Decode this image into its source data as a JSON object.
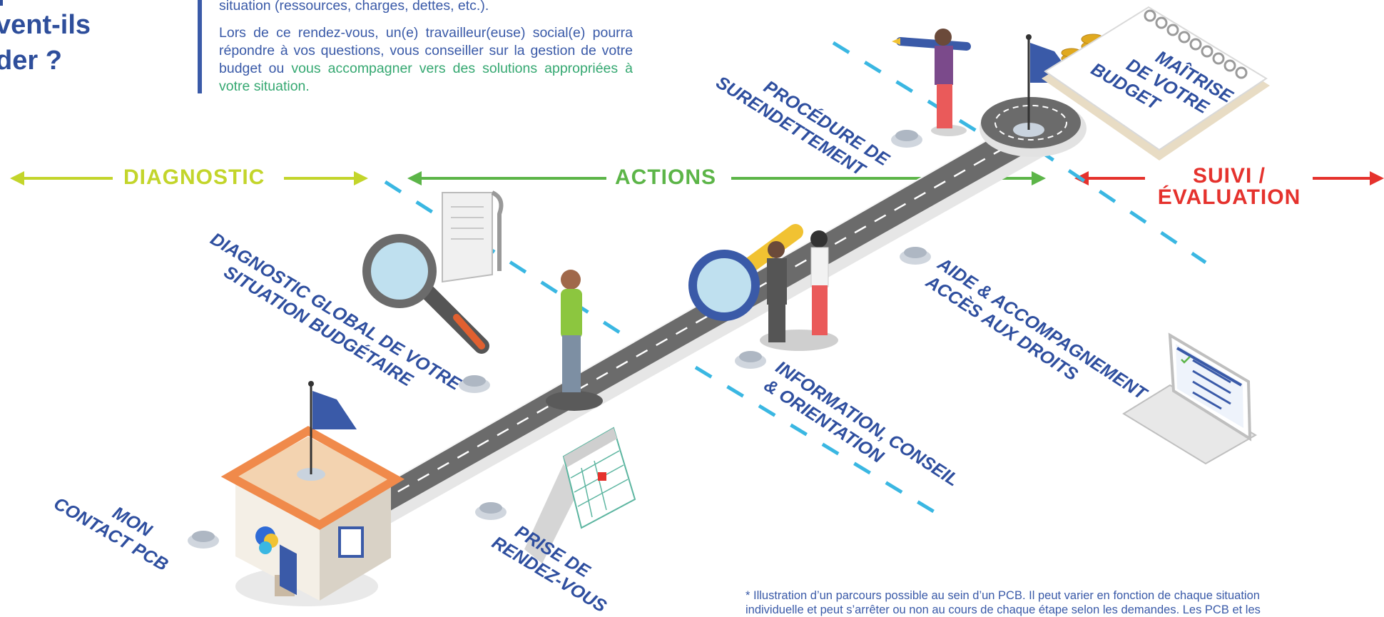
{
  "heading": {
    "line1": "vent-ils",
    "line2": "der ?"
  },
  "intro": {
    "line0": "situation (ressources, charges, dettes, etc.).",
    "text_blue": "Lors de ce rendez-vous, un(e) travailleur(euse) social(e) pourra répondre à vos questions, vous conseiller sur la gestion de votre budget ou ",
    "text_green": "vous accompagner vers des solutions appropriées à votre situation."
  },
  "phases": {
    "diagnostic": "DIAGNOSTIC",
    "actions": "ACTIONS",
    "suivi_1": "SUIVI /",
    "suivi_2": "ÉVALUATION"
  },
  "colors": {
    "diagnostic": "#c3d52b",
    "actions": "#5cb548",
    "suivi": "#e5322d",
    "label_blue": "#2f4f9f",
    "dash_cyan": "#3ab7e2",
    "road": "#6b6b6b"
  },
  "steps": {
    "contact": {
      "l1": "MON",
      "l2": "CONTACT PCB"
    },
    "rdv": {
      "l1": "PRISE DE",
      "l2": "RENDEZ-VOUS"
    },
    "diag": {
      "l1": "DIAGNOSTIC GLOBAL DE VOTRE",
      "l2": "SITUATION BUDGÉTAIRE"
    },
    "info": {
      "l1": "INFORMATION, CONSEIL",
      "l2": "& ORIENTATION"
    },
    "aide": {
      "l1": "AIDE & ACCOMPAGNEMENT",
      "l2": "ACCÈS AUX DROITS"
    },
    "proc": {
      "l1": "PROCÉDURE DE",
      "l2": "SURENDETTEMENT"
    },
    "maitrise": {
      "l1": "MAÎTRISE",
      "l2": "DE VOTRE",
      "l3": "BUDGET"
    }
  },
  "illustration": {
    "icons": [
      "building-icon",
      "flag-icon",
      "calendar-icon",
      "magnifier-icon",
      "receipt-icon",
      "person-icon",
      "laptop-icon",
      "notebook-icon",
      "coins-icon",
      "pencil-icon"
    ]
  },
  "footnote": {
    "line1": "* Illustration d’un parcours possible au sein d’un PCB. Il peut varier en fonction de chaque situation",
    "line2": "individuelle et peut s’arrêter ou non au cours de chaque étape selon les demandes. Les PCB et les"
  }
}
